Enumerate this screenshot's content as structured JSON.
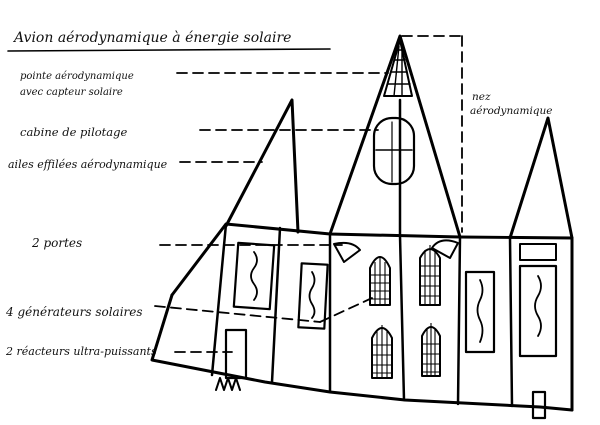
{
  "title": {
    "text": "Avion aérodynamique à énergie solaire"
  },
  "labels": {
    "nose_tip": [
      "pointe aérodynamique",
      "avec capteur solaire"
    ],
    "cockpit": "cabine de pilotage",
    "wings": "ailes effilées aérodynamique",
    "doors": "2 portes",
    "generators": "4 générateurs solaires",
    "reactors": "2 réacteurs ultra-puissants",
    "nose": [
      "nez",
      "aérodynamique"
    ]
  }
}
